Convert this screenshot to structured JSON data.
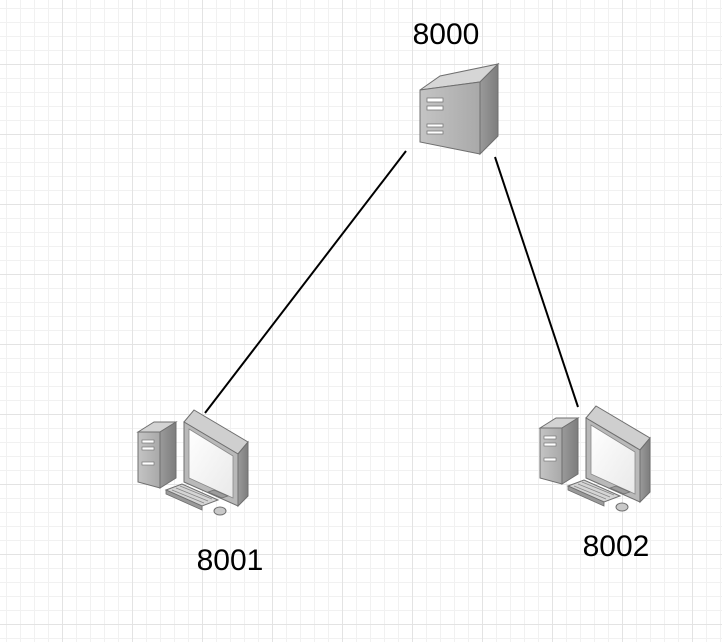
{
  "nodes": {
    "server": {
      "label": "8000",
      "icon": "server-tower-icon"
    },
    "client_left": {
      "label": "8001",
      "icon": "desktop-computer-icon"
    },
    "client_right": {
      "label": "8002",
      "icon": "desktop-computer-icon"
    }
  },
  "edges": [
    {
      "from": "8000",
      "to": "8001"
    },
    {
      "from": "8000",
      "to": "8002"
    }
  ],
  "colors": {
    "line": "#000000",
    "device_body": "#b8b8b8",
    "device_dark": "#8a8a8a",
    "screen": "#ffffff",
    "grid": "#e3e3e3"
  }
}
